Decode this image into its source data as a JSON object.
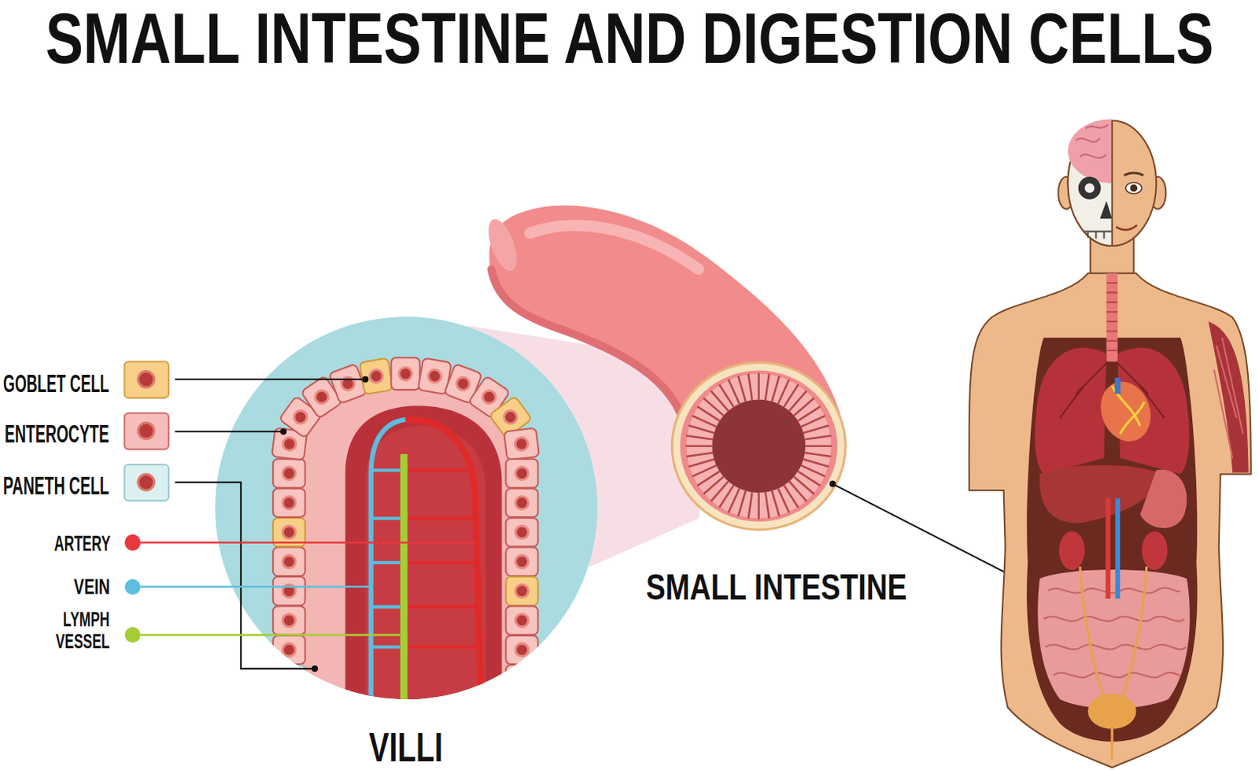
{
  "diagram": {
    "title": "SMALL INTESTINE AND DIGESTION CELLS",
    "labels": [
      "SMALL INTESTINE",
      "VILLI"
    ],
    "legend": [
      {
        "text": "GOBLET CELL"
      },
      {
        "text": "ENTEROCYTE"
      },
      {
        "text": "PANETH CELL"
      },
      {
        "text": "ARTERY",
        "color": "#e8383d"
      },
      {
        "text": "VEIN",
        "color": "#5bc0e0"
      },
      {
        "text": "LYMPH VESSEL",
        "color": "#a6cc36"
      }
    ]
  }
}
